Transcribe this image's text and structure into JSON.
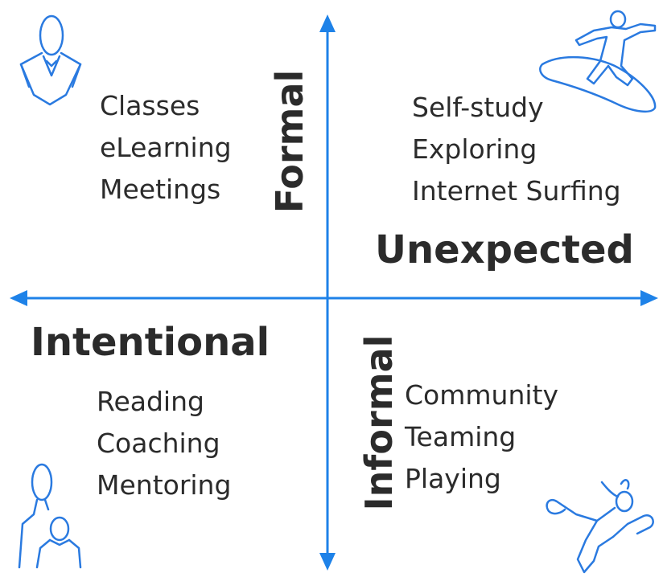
{
  "colors": {
    "axis": "#1e82e8",
    "text": "#2b2b2b",
    "icon": "#2a7ae0"
  },
  "axis_labels": {
    "top": "Formal",
    "bottom": "Informal",
    "left": "Intentional",
    "right": "Unexpected"
  },
  "quadrants": {
    "top_left": [
      "Classes",
      "eLearning",
      "Meetings"
    ],
    "top_right": [
      "Self-study",
      "Exploring",
      "Internet Surfing"
    ],
    "bottom_left": [
      "Reading",
      "Coaching",
      "Mentoring"
    ],
    "bottom_right": [
      "Community",
      "Teaming",
      "Playing"
    ]
  },
  "icons": {
    "top_left": "businessman-icon",
    "top_right": "surfer-icon",
    "bottom_left": "mentor-pair-icon",
    "bottom_right": "dancer-icon"
  }
}
